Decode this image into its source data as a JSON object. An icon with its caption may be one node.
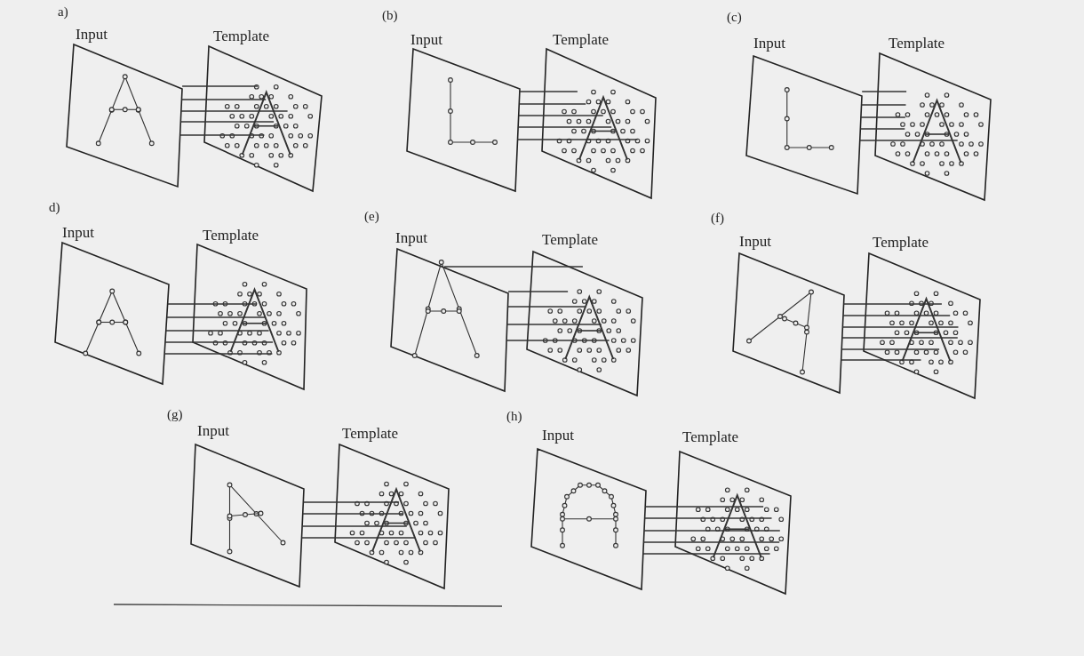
{
  "diagram": {
    "nodes": [
      {
        "text": [
          "Input"
        ]
      },
      {
        "text": [
          "Template"
        ]
      },
      {
        "text": [
          "Input"
        ]
      },
      {
        "text": [
          "Template"
        ]
      },
      {
        "text": [
          "Input"
        ]
      },
      {
        "text": [
          "Template"
        ]
      },
      {
        "text": [
          "Input"
        ]
      },
      {
        "text": [
          "Template"
        ]
      },
      {
        "text": [
          "Input"
        ]
      },
      {
        "text": [
          "Template"
        ]
      },
      {
        "text": [
          "Input"
        ]
      },
      {
        "text": [
          "Template"
        ]
      },
      {
        "text": [
          "Input"
        ]
      },
      {
        "text": [
          "Template"
        ]
      },
      {
        "text": [
          "Input"
        ]
      },
      {
        "text": [
          "Template"
        ]
      }
    ],
    "edges": [
      {
        "from": 0,
        "to": 1,
        "arrow": "none"
      },
      {
        "from": 0,
        "to": 1,
        "arrow": "none"
      },
      {
        "from": 0,
        "to": 1,
        "arrow": "none"
      },
      {
        "from": 0,
        "to": 1,
        "arrow": "none"
      },
      {
        "from": 0,
        "to": 1,
        "arrow": "none"
      },
      {
        "from": 2,
        "to": 3,
        "arrow": "none"
      },
      {
        "from": 2,
        "to": 3,
        "arrow": "none"
      },
      {
        "from": 2,
        "to": 3,
        "arrow": "none"
      },
      {
        "from": 2,
        "to": 3,
        "arrow": "none"
      },
      {
        "from": 2,
        "to": 3,
        "arrow": "none"
      },
      {
        "from": 4,
        "to": 5,
        "arrow": "none"
      },
      {
        "from": 4,
        "to": 5,
        "arrow": "none"
      },
      {
        "from": 4,
        "to": 5,
        "arrow": "none"
      },
      {
        "from": 4,
        "to": 5,
        "arrow": "none"
      },
      {
        "from": 4,
        "to": 5,
        "arrow": "none"
      },
      {
        "from": 6,
        "to": 7,
        "arrow": "none"
      },
      {
        "from": 6,
        "to": 7,
        "arrow": "none"
      },
      {
        "from": 6,
        "to": 7,
        "arrow": "none"
      },
      {
        "from": 6,
        "to": 7,
        "arrow": "none"
      },
      {
        "from": 6,
        "to": 7,
        "arrow": "none"
      },
      {
        "from": 8,
        "to": 9,
        "arrow": "none"
      },
      {
        "from": 8,
        "to": 9,
        "arrow": "none"
      },
      {
        "from": 8,
        "to": 9,
        "arrow": "none"
      },
      {
        "from": 8,
        "to": 9,
        "arrow": "none"
      },
      {
        "from": 8,
        "to": 9,
        "arrow": "none"
      },
      {
        "from": 10,
        "to": 11,
        "arrow": "none"
      },
      {
        "from": 10,
        "to": 11,
        "arrow": "none"
      },
      {
        "from": 10,
        "to": 11,
        "arrow": "none"
      },
      {
        "from": 10,
        "to": 11,
        "arrow": "none"
      },
      {
        "from": 10,
        "to": 11,
        "arrow": "none"
      },
      {
        "from": 10,
        "to": 11,
        "arrow": "none"
      },
      {
        "from": 12,
        "to": 13,
        "arrow": "none"
      },
      {
        "from": 12,
        "to": 13,
        "arrow": "none"
      },
      {
        "from": 12,
        "to": 13,
        "arrow": "none"
      },
      {
        "from": 12,
        "to": 13,
        "arrow": "none"
      },
      {
        "from": 14,
        "to": 15,
        "arrow": "none"
      },
      {
        "from": 14,
        "to": 15,
        "arrow": "none"
      },
      {
        "from": 14,
        "to": 15,
        "arrow": "none"
      },
      {
        "from": 14,
        "to": 15,
        "arrow": "none"
      },
      {
        "from": 14,
        "to": 15,
        "arrow": "none"
      }
    ],
    "labels": [
      "a)",
      "(b)",
      "(c)",
      "d)",
      "(e)",
      "(f)",
      "(g)",
      "(h)"
    ]
  }
}
